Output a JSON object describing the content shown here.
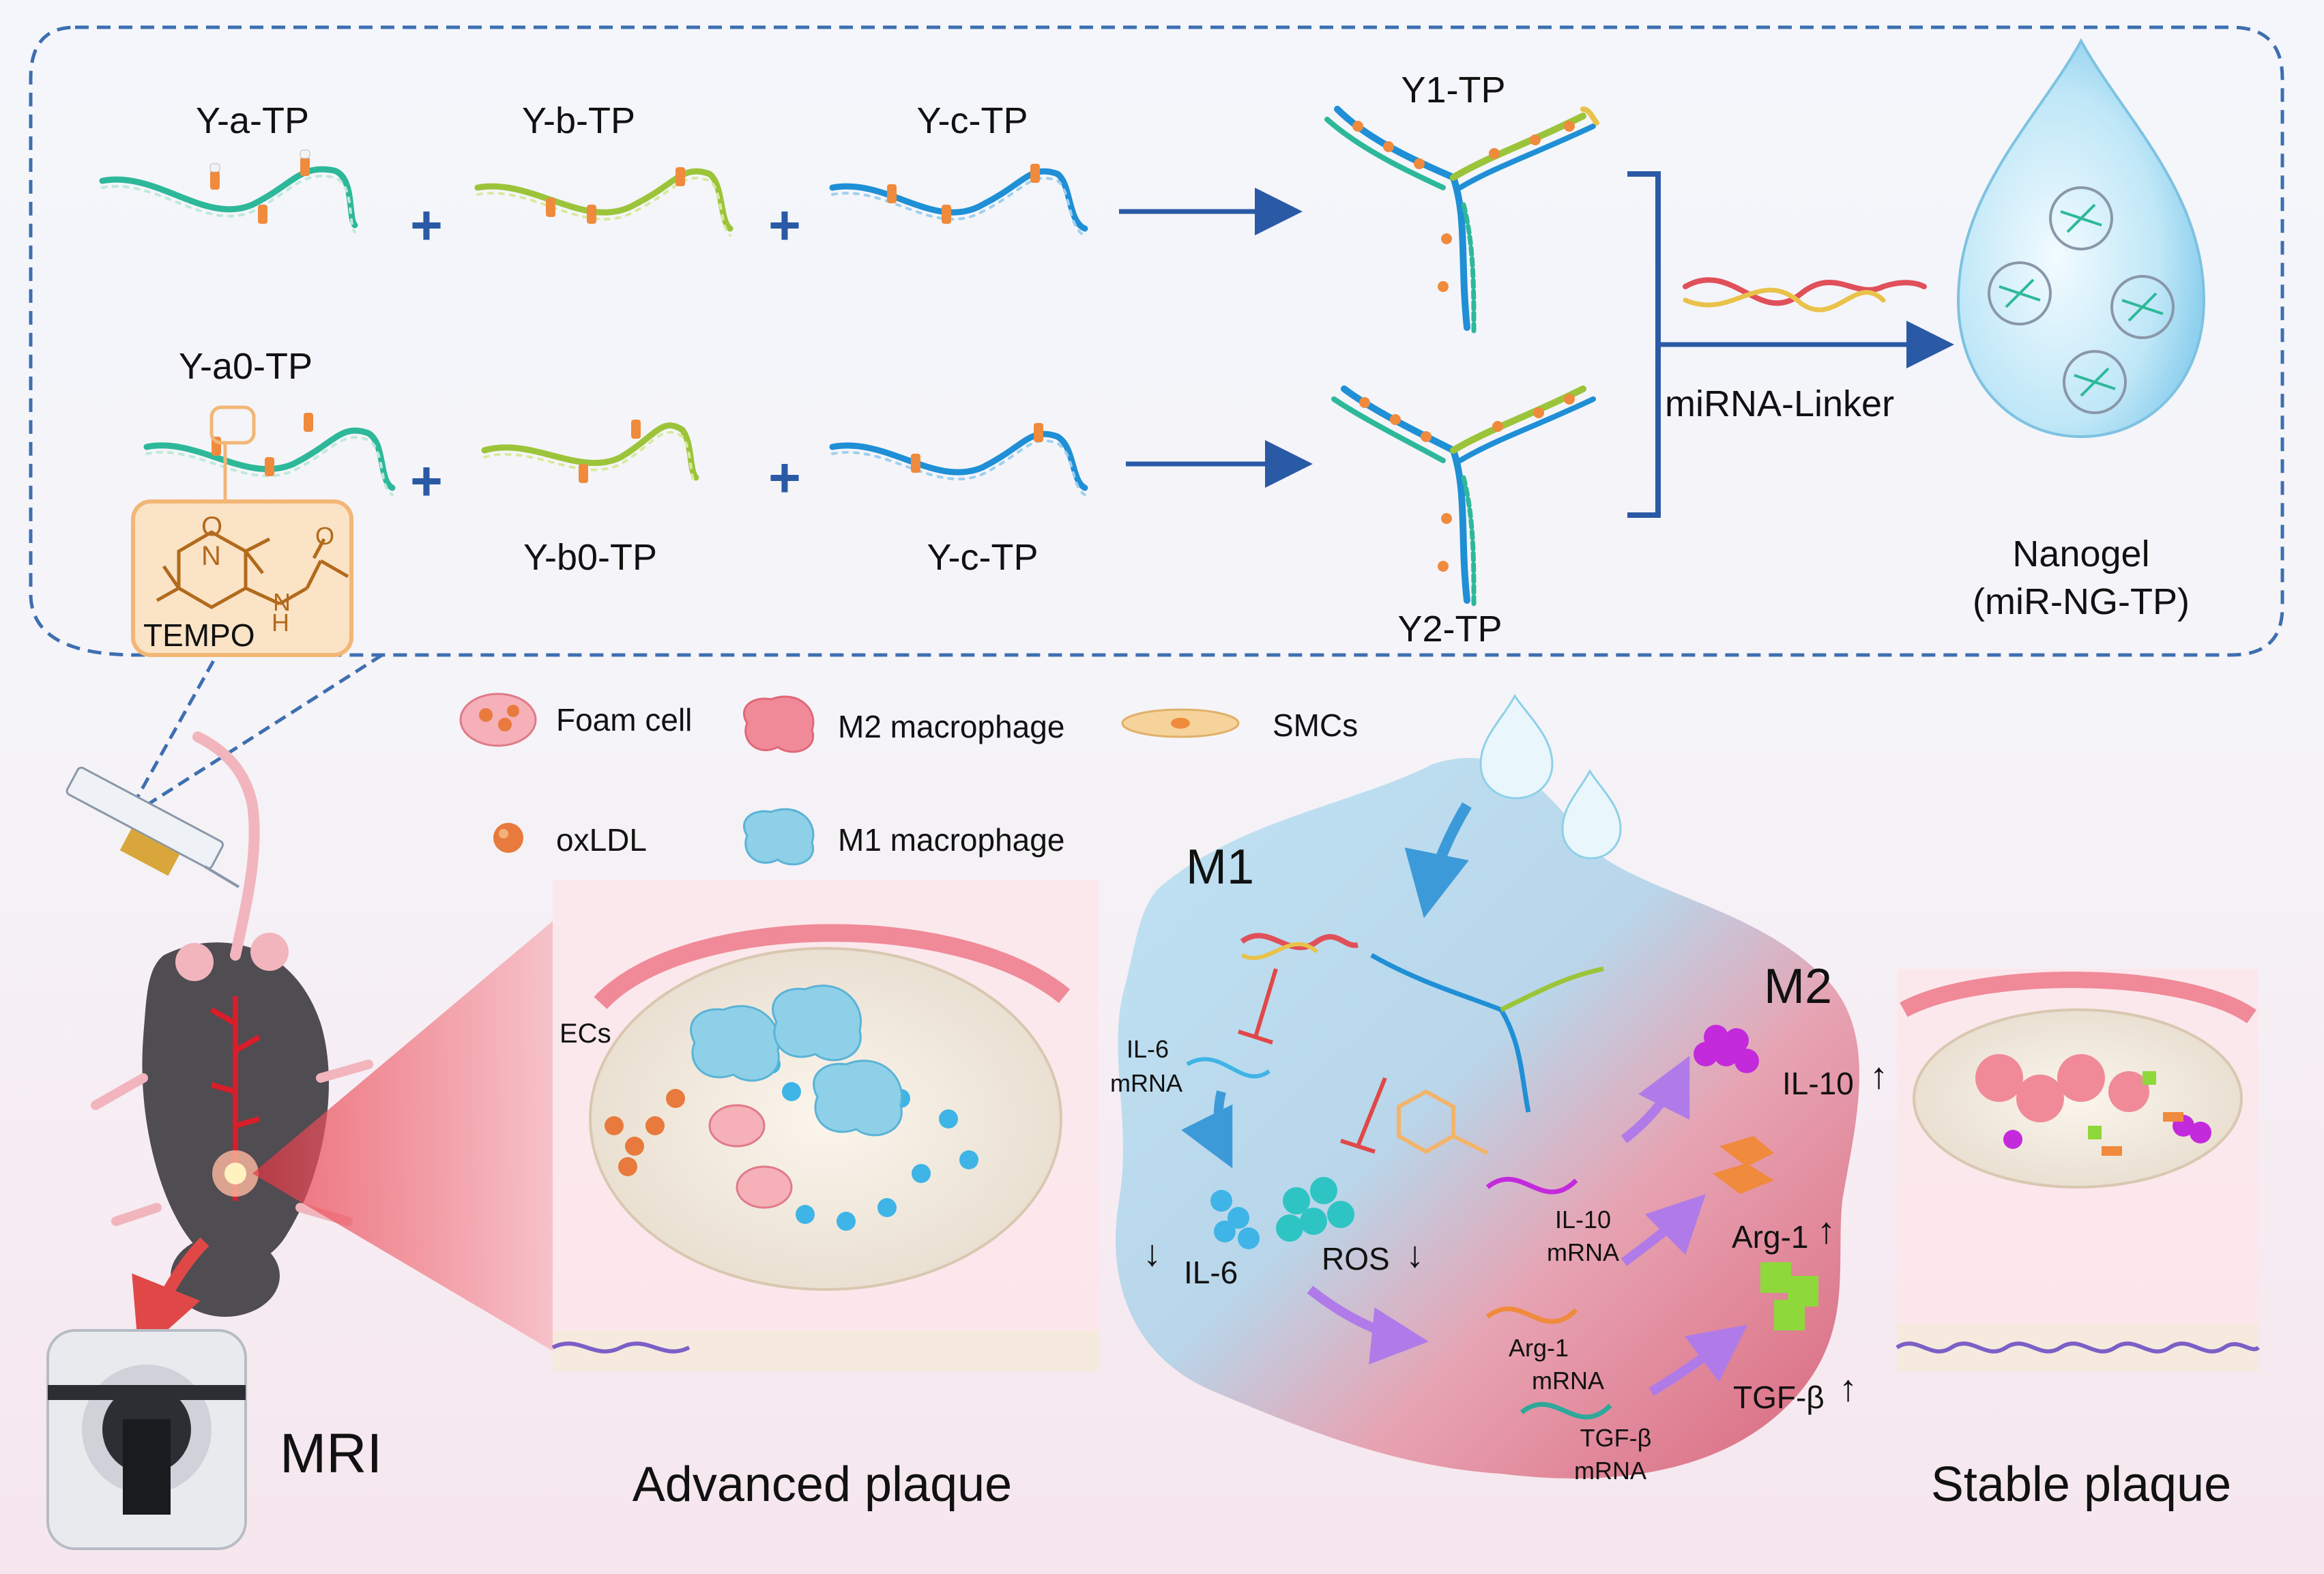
{
  "top_panel": {
    "strands": {
      "y_a": "Y-a-TP",
      "y_b": "Y-b-TP",
      "y_c1": "Y-c-TP",
      "y_a0": "Y-a0-TP",
      "y_b0": "Y-b0-TP",
      "y_c2": "Y-c-TP"
    },
    "products": {
      "y1": "Y1-TP",
      "y2": "Y2-TP"
    },
    "plus": "+",
    "linker": "miRNA-Linker",
    "tempo": "TEMPO",
    "tempo_atoms": {
      "o_radical": "O",
      "n_ring": "N",
      "n_amide": "N",
      "h_amide": "H",
      "o_carbonyl": "O"
    },
    "nanogel": {
      "line1": "Nanogel",
      "line2": "(miR-NG-TP)"
    }
  },
  "legend": {
    "foam_cell": "Foam cell",
    "m2_macrophage": "M2 macrophage",
    "smcs": "SMCs",
    "oxldl": "oxLDL",
    "m1_macrophage": "M1 macrophage"
  },
  "mechanism": {
    "m1": "M1",
    "m2": "M2",
    "il6_mrna": {
      "l1": "IL-6",
      "l2": "mRNA"
    },
    "il6": "IL-6",
    "ros": "ROS",
    "il10_mrna": {
      "l1": "IL-10",
      "l2": "mRNA"
    },
    "arg1_mrna": {
      "l1": "Arg-1",
      "l2": "mRNA"
    },
    "tgfb_mrna": {
      "l1": "TGF-β",
      "l2": "mRNA"
    },
    "il10": "IL-10",
    "arg1": "Arg-1",
    "tgfb": "TGF-β",
    "down_arrow": "↓",
    "up_arrow": "↑"
  },
  "plaques": {
    "ecs": "ECs",
    "advanced": "Advanced plaque",
    "stable": "Stable plaque"
  },
  "mri": "MRI",
  "colors": {
    "dashed_border": "#3d6fb0",
    "arrow_blue": "#2a5aa6",
    "strand_green": "#2eb89a",
    "strand_lime": "#9cc43a",
    "strand_blue": "#1f8fd6",
    "mirna_red": "#e0505a",
    "m1_blue": "#7cc7e6",
    "m2_pink": "#e77a8a",
    "tempo_orange": "#f3b46a",
    "purple_arrow": "#b07be8"
  }
}
